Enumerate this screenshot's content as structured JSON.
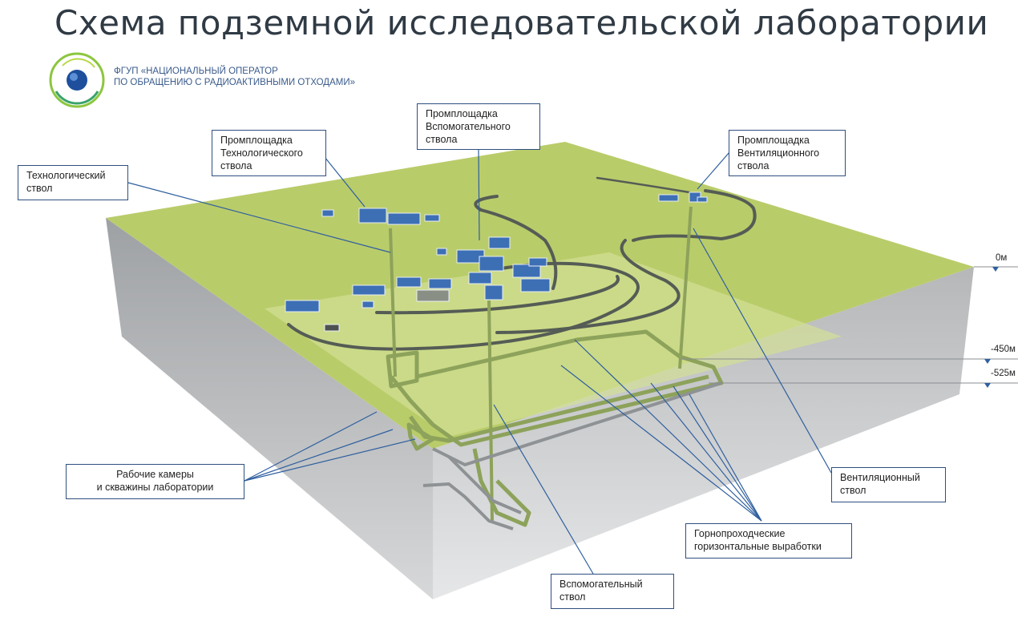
{
  "title": "Схема подземной исследовательской лаборатории",
  "organization": {
    "line1": "ФГУП «НАЦИОНАЛЬНЫЙ ОПЕРАТОР",
    "line2": "ПО ОБРАЩЕНИЮ С РАДИОАКТИВНЫМИ ОТХОДАМИ»"
  },
  "labels": {
    "site_tech": "Промплощадка\nТехнологического\nствола",
    "site_aux": "Промплощадка\nВспомогательного\nствола",
    "site_vent": "Промплощадка\nВентиляционного\nствола",
    "shaft_tech": "Технологический\nствол",
    "chambers": "Рабочие камеры\nи скважины лаборатории",
    "shaft_vent": "Вентиляционный\nствол",
    "workings": "Горнопроходческие\nгоризонтальные выработки",
    "shaft_aux": "Вспомогательный\nствол"
  },
  "levels": {
    "surface": "0м",
    "upper": "-450м",
    "lower": "-525м"
  },
  "colors": {
    "surface": "#b9cc6a",
    "surface_light": "#d6e29a",
    "block_side": "#a9acaf",
    "block_front": "#c4c6c8",
    "tunnel": "#8da25a",
    "leader": "#2f5f9f",
    "building": "#3d6fb5"
  }
}
